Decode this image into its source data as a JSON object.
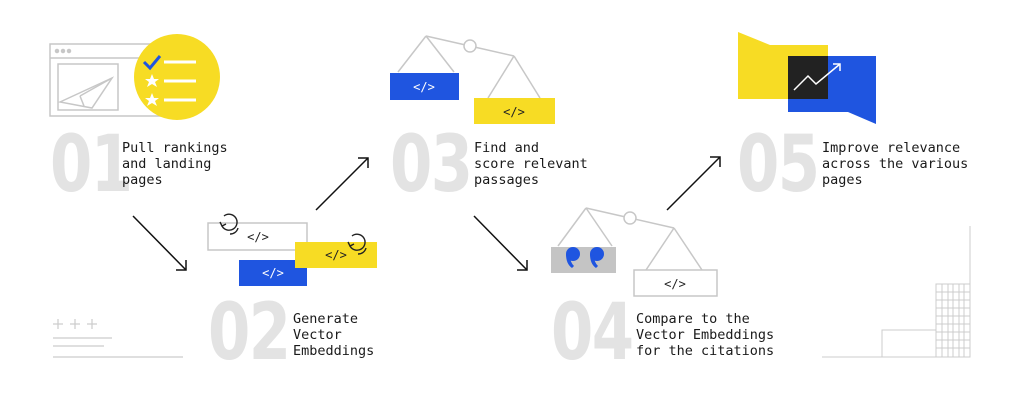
{
  "colors": {
    "yellow": "#f7dc24",
    "blue": "#1f55e0",
    "dark": "#222222",
    "gray_number": "#e3e3e3",
    "gray_line": "#c7c7c7"
  },
  "code_tag": "</>",
  "steps": [
    {
      "number": "01",
      "lines": [
        "Pull rankings",
        "and landing",
        "pages"
      ]
    },
    {
      "number": "02",
      "lines": [
        "Generate",
        "Vector",
        "Embeddings"
      ]
    },
    {
      "number": "03",
      "lines": [
        "Find and",
        "score relevant",
        "passages"
      ]
    },
    {
      "number": "04",
      "lines": [
        "Compare to the",
        "Vector Embeddings",
        "for the citations"
      ]
    },
    {
      "number": "05",
      "lines": [
        "Improve relevance",
        "across the various",
        "pages"
      ]
    }
  ],
  "icons": [
    "browser-window-icon",
    "checklist-icon",
    "paper-plane-icon",
    "refresh-icon",
    "scale-icon",
    "quote-icon",
    "trend-chart-icon",
    "speech-bubble-icon",
    "arrow-icon"
  ]
}
